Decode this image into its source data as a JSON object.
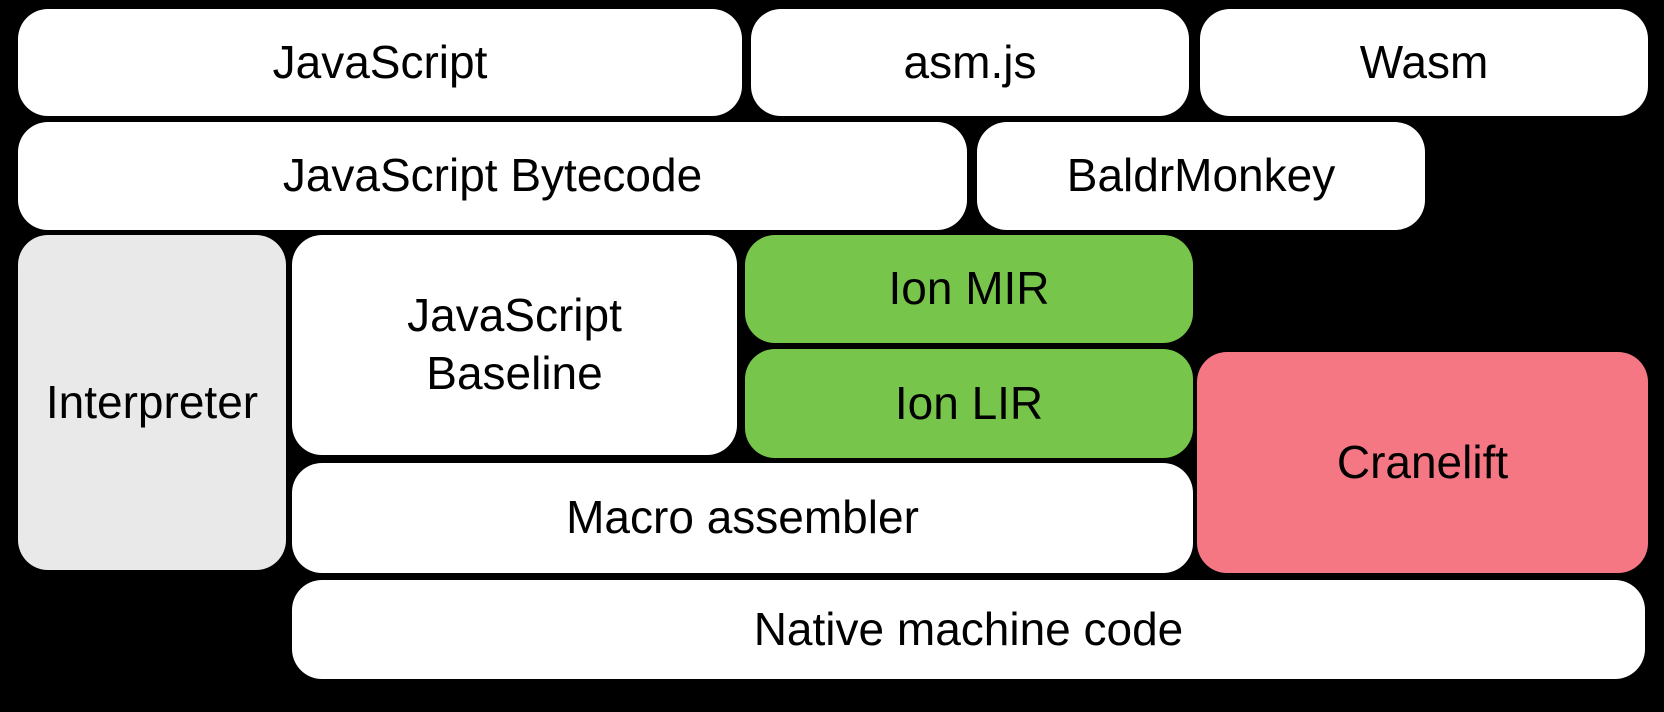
{
  "diagram": {
    "background": "#000000",
    "text_color": "#000000",
    "colors": {
      "white": "#ffffff",
      "gray": "#e9e9e9",
      "green": "#77c64b",
      "pink": "#f57784"
    },
    "nodes": [
      {
        "id": "javascript",
        "label": "JavaScript",
        "color": "white"
      },
      {
        "id": "asm-js",
        "label": "asm.js",
        "color": "white"
      },
      {
        "id": "wasm",
        "label": "Wasm",
        "color": "white"
      },
      {
        "id": "javascript-bytecode",
        "label": "JavaScript Bytecode",
        "color": "white"
      },
      {
        "id": "baldrmonkey",
        "label": "BaldrMonkey",
        "color": "white"
      },
      {
        "id": "interpreter",
        "label": "Interpreter",
        "color": "gray"
      },
      {
        "id": "javascript-baseline",
        "label": "JavaScript\nBaseline",
        "color": "white"
      },
      {
        "id": "ion-mir",
        "label": "Ion MIR",
        "color": "green"
      },
      {
        "id": "ion-lir",
        "label": "Ion LIR",
        "color": "green"
      },
      {
        "id": "cranelift",
        "label": "Cranelift",
        "color": "pink"
      },
      {
        "id": "macro-assembler",
        "label": "Macro assembler",
        "color": "white"
      },
      {
        "id": "native-machine-code",
        "label": "Native machine code",
        "color": "white"
      }
    ]
  }
}
